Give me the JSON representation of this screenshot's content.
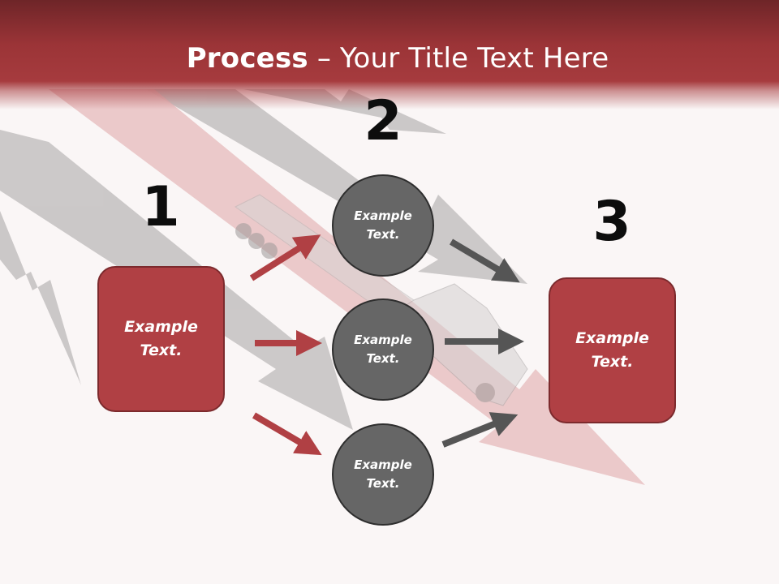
{
  "slide": {
    "title_bold": "Process",
    "title_rest": " – Your Title Text Here"
  },
  "steps": {
    "step1_number": "1",
    "step2_number": "2",
    "step3_number": "3"
  },
  "left_box": {
    "text": "Example Text."
  },
  "circles": [
    {
      "text": "Example Text."
    },
    {
      "text": "Example Text."
    },
    {
      "text": "Example Text."
    }
  ],
  "right_box": {
    "text": "Example Text."
  },
  "colors": {
    "header": "#a63b3e",
    "box_fill": "#b04044",
    "circle_fill": "#666666",
    "red_arrow": "#b04044",
    "gray_arrow": "#555555"
  }
}
